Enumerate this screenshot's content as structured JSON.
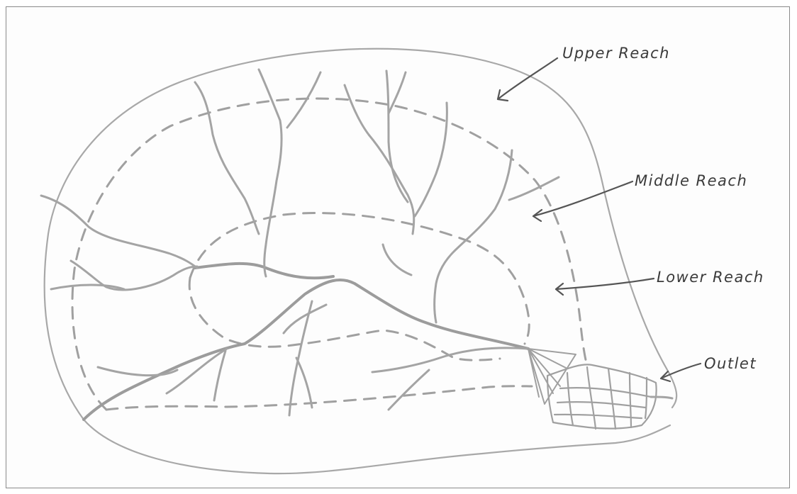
{
  "labels": {
    "upper": "Upper Reach",
    "middle": "Middle Reach",
    "lower": "Lower Reach",
    "outlet": "Outlet"
  }
}
